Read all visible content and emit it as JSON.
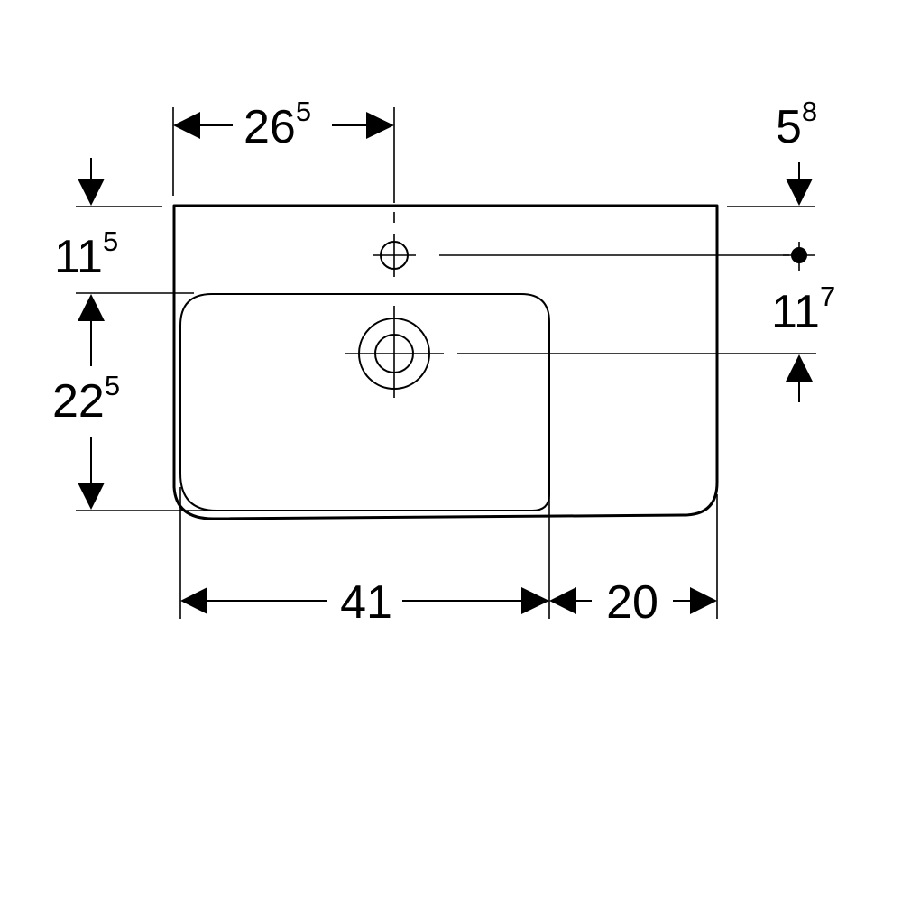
{
  "dimensions": {
    "tap_hole_offset": {
      "base": "26",
      "superscript": "5"
    },
    "overflow_offset": {
      "base": "5",
      "superscript": "8"
    },
    "tap_hole_depth": {
      "base": "11",
      "superscript": "5"
    },
    "drain_depth": {
      "base": "11",
      "superscript": "7"
    },
    "basin_depth": {
      "base": "22",
      "superscript": "5"
    },
    "basin_width": {
      "base": "41",
      "superscript": ""
    },
    "shelf_width": {
      "base": "20",
      "superscript": ""
    }
  }
}
